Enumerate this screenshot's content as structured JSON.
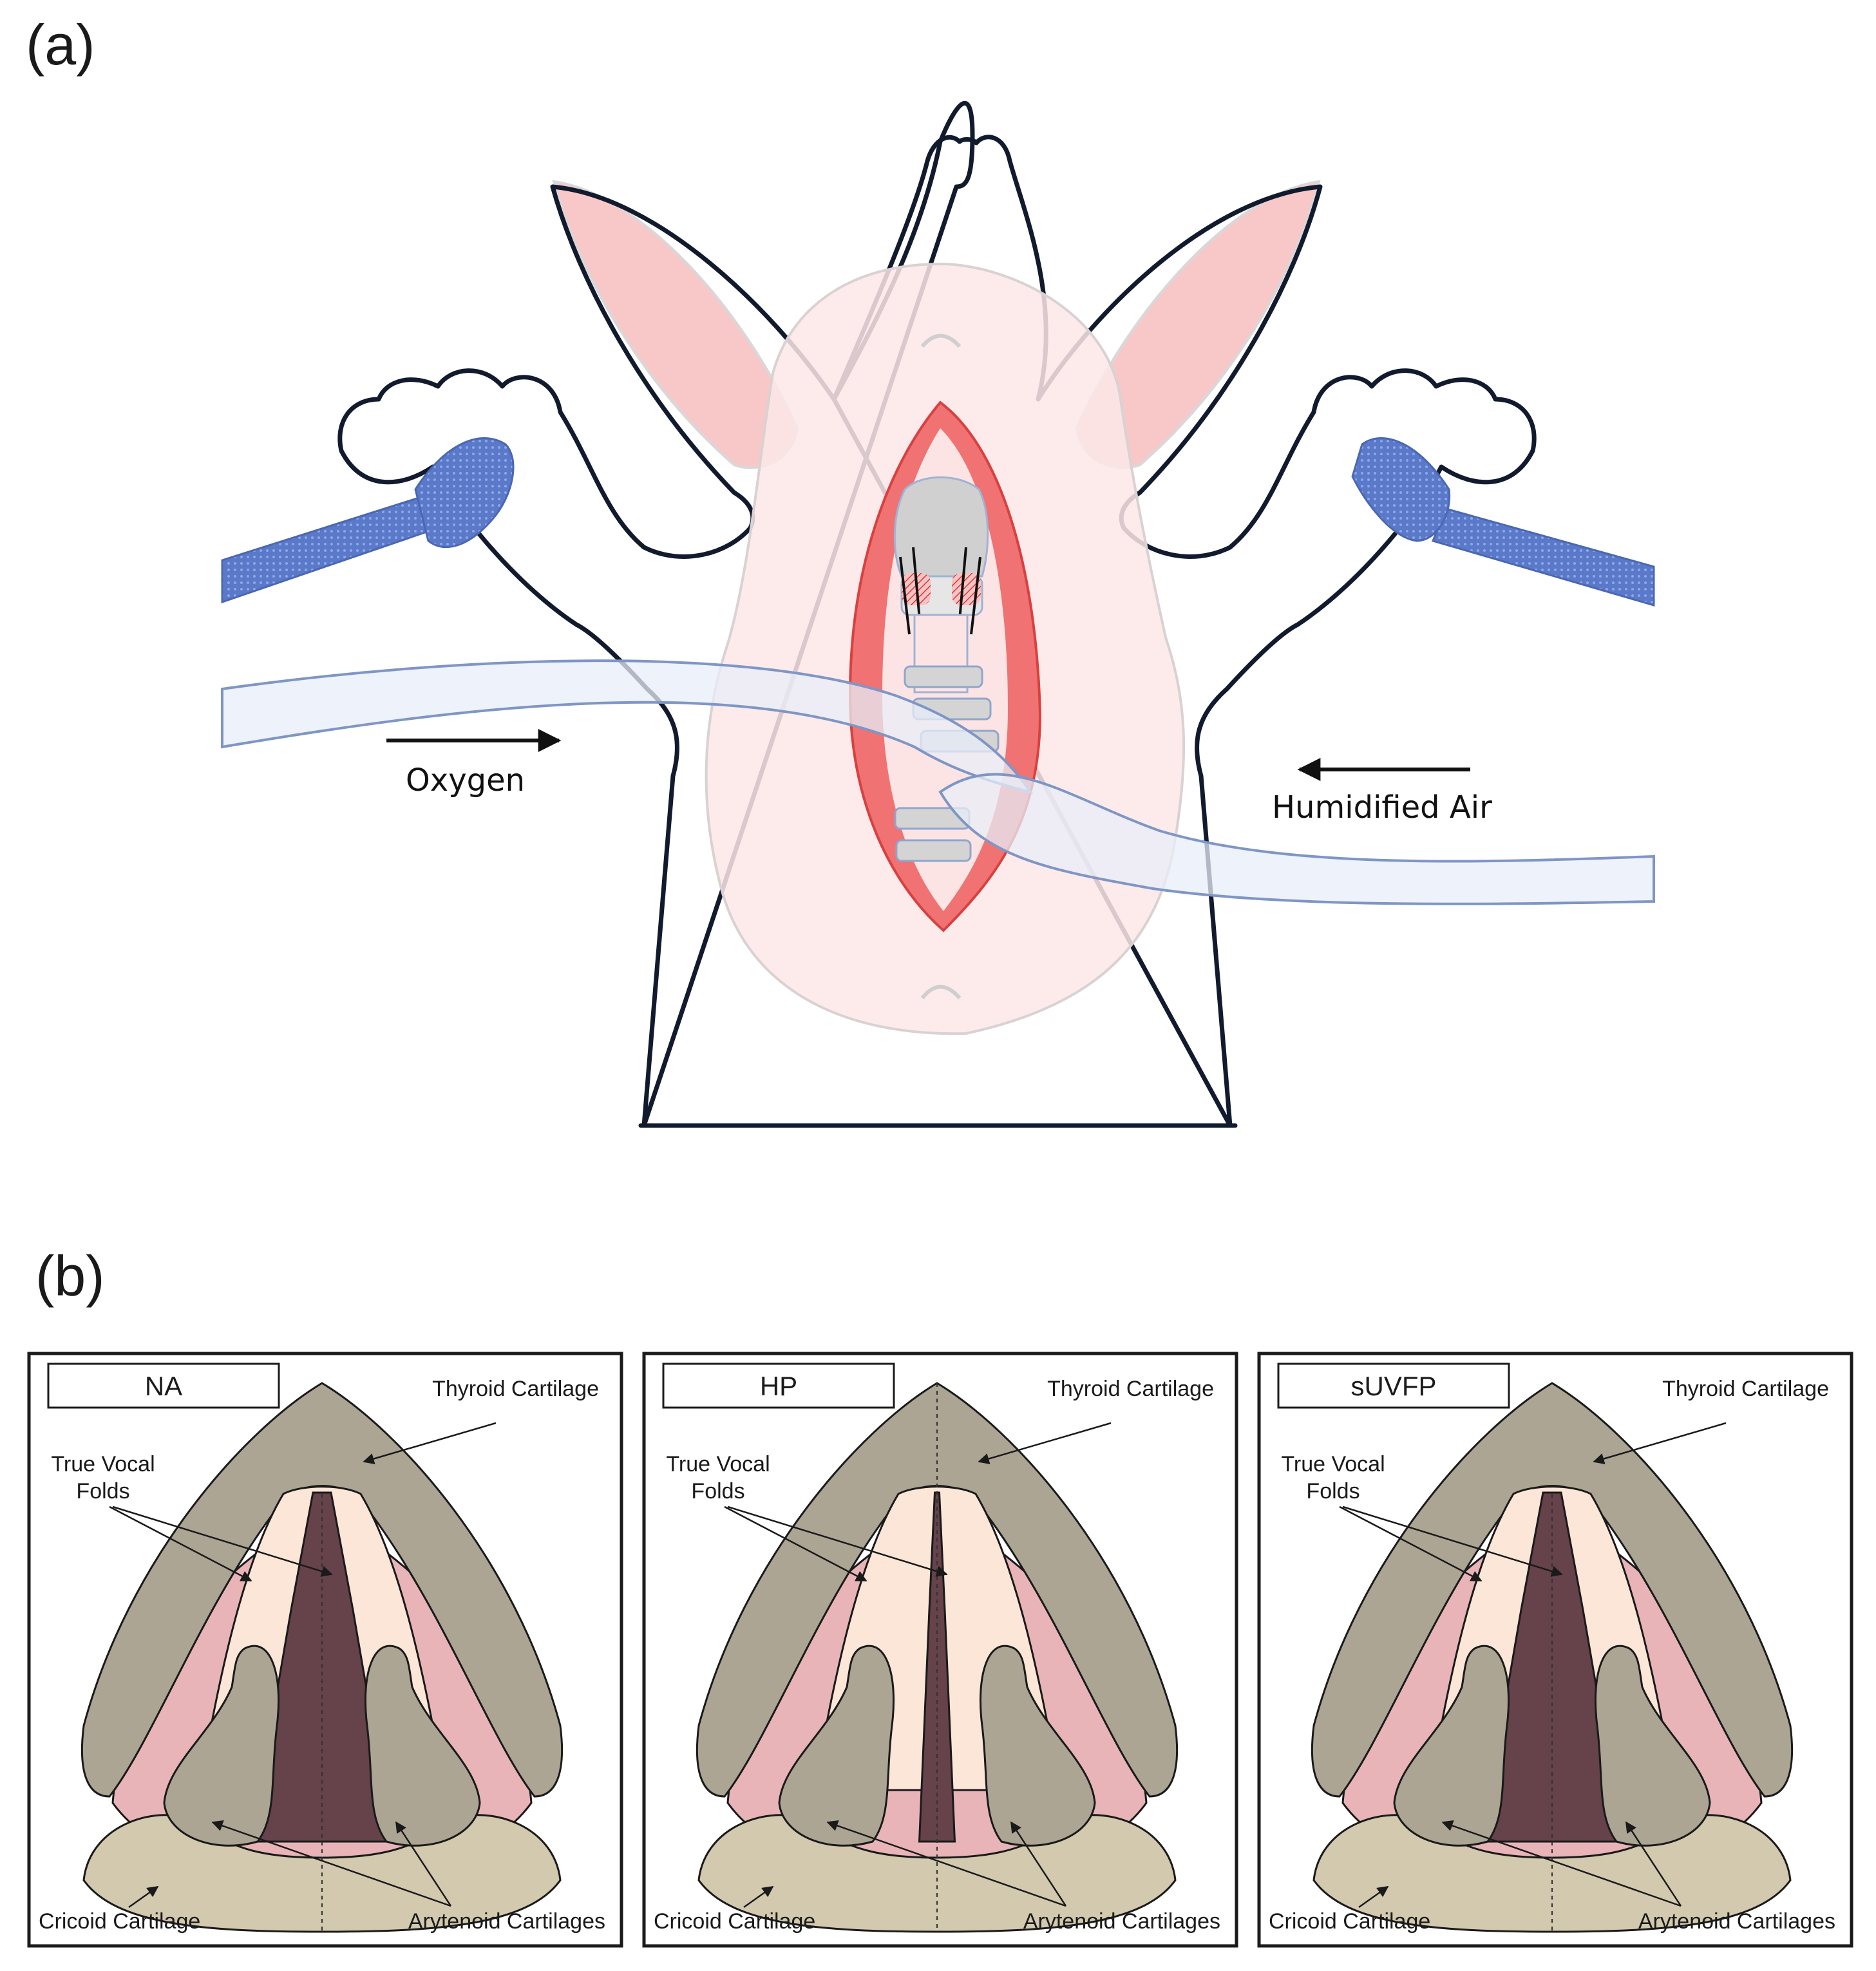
{
  "panel_a": {
    "letter": "(a)",
    "oxygen_label": "Oxygen",
    "air_label": "Humidified Air"
  },
  "panel_b": {
    "letter": "(b)",
    "labels": {
      "thyroid": "Thyroid Cartilage",
      "vocal_line1": "True Vocal",
      "vocal_line2": "Folds",
      "cricoid": "Cricoid Cartilage",
      "arytenoid": "Arytenoid Cartilages"
    },
    "panels": [
      {
        "tag": "NA"
      },
      {
        "tag": "HP"
      },
      {
        "tag": "sUVFP"
      }
    ]
  },
  "colors": {
    "outline": "#121a2e",
    "skin": "#fde8e8",
    "ear": "#f8c8c8",
    "incision": "#f07272",
    "strap": "#5b79c9",
    "tube": "#e8eef8",
    "cartilage": "#aca594",
    "cricoid": "#d2c9ae",
    "mucosa": "#e8b4b8",
    "vocal_fold": "#fbe6d8",
    "glottis": "#66424a"
  }
}
